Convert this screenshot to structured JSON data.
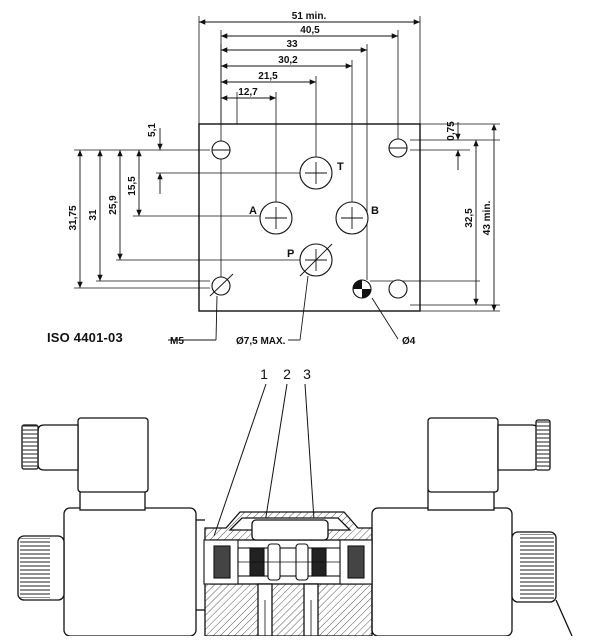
{
  "standard": "ISO 4401-03",
  "dimensions": {
    "overall_width": "51 min.",
    "d_40_5": "40,5",
    "d_33": "33",
    "d_30_2": "30,2",
    "d_21_5": "21,5",
    "d_12_7": "12,7",
    "d_5_1": "5,1",
    "d_0_75": "0,75",
    "d_15_5": "15,5",
    "d_25_9": "25,9",
    "d_31": "31",
    "d_31_75": "31,75",
    "d_32_5": "32,5",
    "overall_height": "43 min."
  },
  "ports": {
    "T": "T",
    "A": "A",
    "B": "B",
    "P": "P"
  },
  "callouts": {
    "screw": "M5",
    "port_dia": "Ø7,5 MAX.",
    "pin_dia": "Ø4"
  },
  "item_numbers": [
    "1",
    "2",
    "3"
  ]
}
